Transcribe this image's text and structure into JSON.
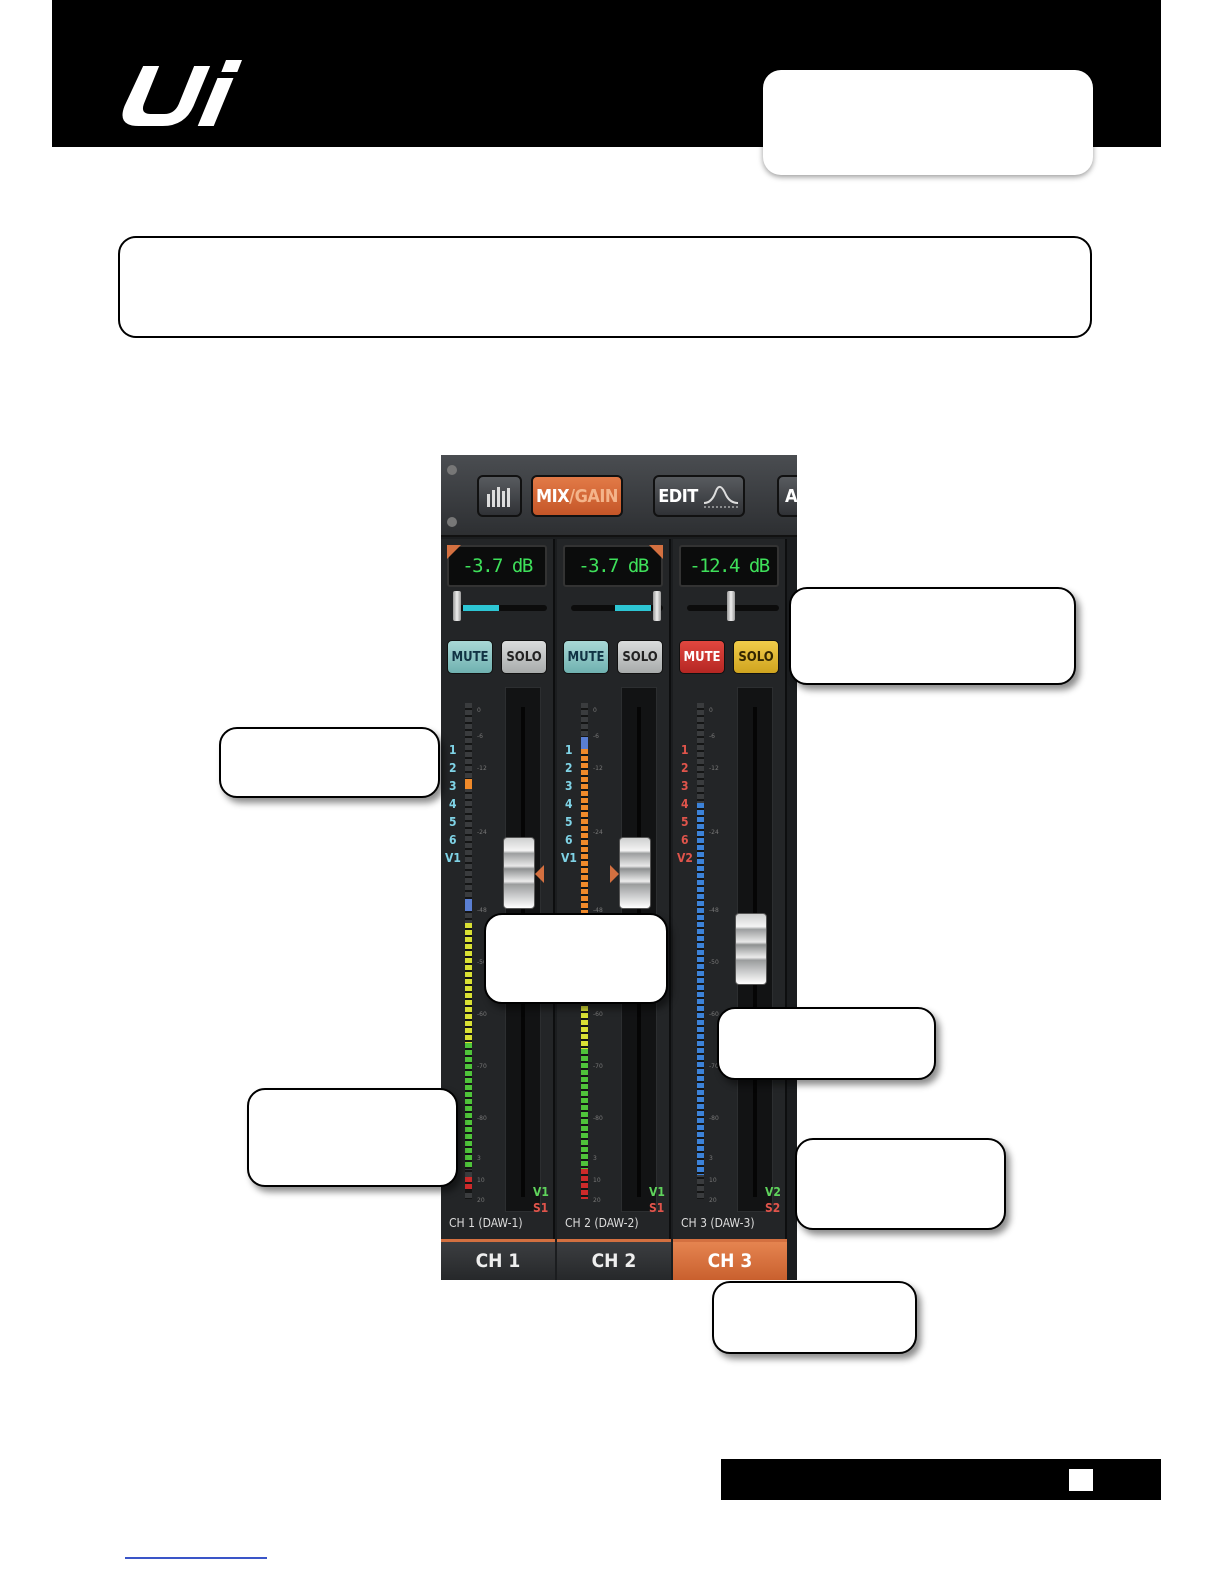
{
  "toolbar": {
    "mix_label": "MIX",
    "gain_label": "/GAIN",
    "edit_label": "EDIT",
    "next_label": "AU"
  },
  "channels": [
    {
      "level": "-3.7 dB",
      "mute": "MUTE",
      "solo": "SOLO",
      "name": "CH 1 (DAW-1)",
      "tab": "CH 1",
      "view": "V1",
      "subgroup": "S1",
      "buses": [
        "1",
        "2",
        "3",
        "4",
        "5",
        "6",
        "V1"
      ]
    },
    {
      "level": "-3.7 dB",
      "mute": "MUTE",
      "solo": "SOLO",
      "name": "CH 2 (DAW-2)",
      "tab": "CH 2",
      "view": "V1",
      "subgroup": "S1",
      "buses": [
        "1",
        "2",
        "3",
        "4",
        "5",
        "6",
        "V1"
      ]
    },
    {
      "level": "-12.4 dB",
      "mute": "MUTE",
      "solo": "SOLO",
      "name": "CH 3 (DAW-3)",
      "tab": "CH 3",
      "view": "V2",
      "subgroup": "S2",
      "buses": [
        "1",
        "2",
        "3",
        "4",
        "5",
        "6",
        "V2"
      ]
    }
  ],
  "meter_scale": [
    "0",
    "-6",
    "-12",
    "-24",
    "-48",
    "-50",
    "-60",
    "-70",
    "-80",
    "3",
    "10",
    "20"
  ],
  "colors": {
    "accent": "#d47040",
    "meter_green": "#3ee05a",
    "mute_active": "#c9302a",
    "solo_active": "#e0b62f",
    "pan_fill": "#2dc6d4"
  }
}
